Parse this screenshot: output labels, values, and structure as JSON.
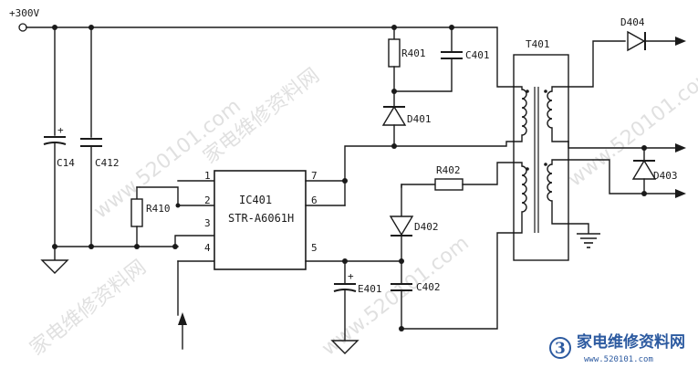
{
  "supply": {
    "label": "+300V"
  },
  "components": {
    "c14": "C14",
    "c412": "C412",
    "r410": "R410",
    "r401": "R401",
    "c401": "C401",
    "d401": "D401",
    "r402": "R402",
    "d402": "D402",
    "e401": "E401",
    "c402": "C402",
    "t401": "T401",
    "d404": "D404",
    "d403": "D403"
  },
  "ic": {
    "ref": "IC401",
    "part": "STR-A6061H",
    "pins": [
      "1",
      "2",
      "3",
      "4",
      "5",
      "6",
      "7"
    ]
  },
  "polarity": {
    "plus": "+"
  },
  "watermark": {
    "line1": "家电维修资料网",
    "line2": "www.520101.com"
  },
  "logo": {
    "badge": "3",
    "title": "家电维修资料网",
    "url": "www.520101.com"
  }
}
